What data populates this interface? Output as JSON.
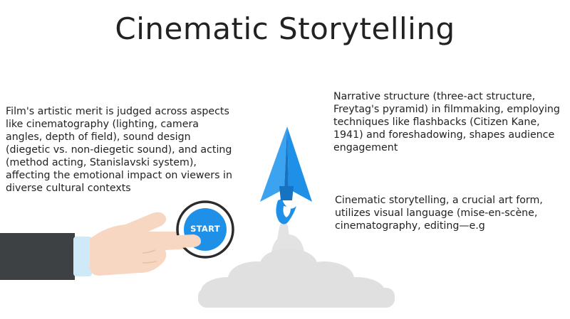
{
  "title": "Cinematic Storytelling",
  "paragraphs": {
    "left": "Film's artistic merit is judged across aspects like cinematography (lighting, camera angles, depth of field), sound design (diegetic vs. non-diegetic sound), and acting (method acting, Stanislavski system), affecting the emotional impact on viewers in diverse cultural contexts",
    "right_top": "Narrative structure (three-act structure, Freytag's pyramid) in filmmaking, employing techniques like flashbacks (Citizen Kane, 1941) and foreshadowing, shapes audience engagement",
    "right_bottom": "Cinematic storytelling, a crucial art form, utilizes visual language (mise-en-scène, cinematography, editing—e.g"
  },
  "button": {
    "label": "START"
  },
  "colors": {
    "rocket_blue": "#1e90e8",
    "rocket_dark": "#1673c2",
    "button_blue": "#1e90e8",
    "sleeve": "#3d4144",
    "skin": "#f8d7c2",
    "cuff": "#cfe9f8",
    "smoke": "#e0e0e0"
  },
  "icons": [
    "pointing-hand-icon",
    "paper-rocket-icon",
    "smoke-cloud-icon"
  ]
}
